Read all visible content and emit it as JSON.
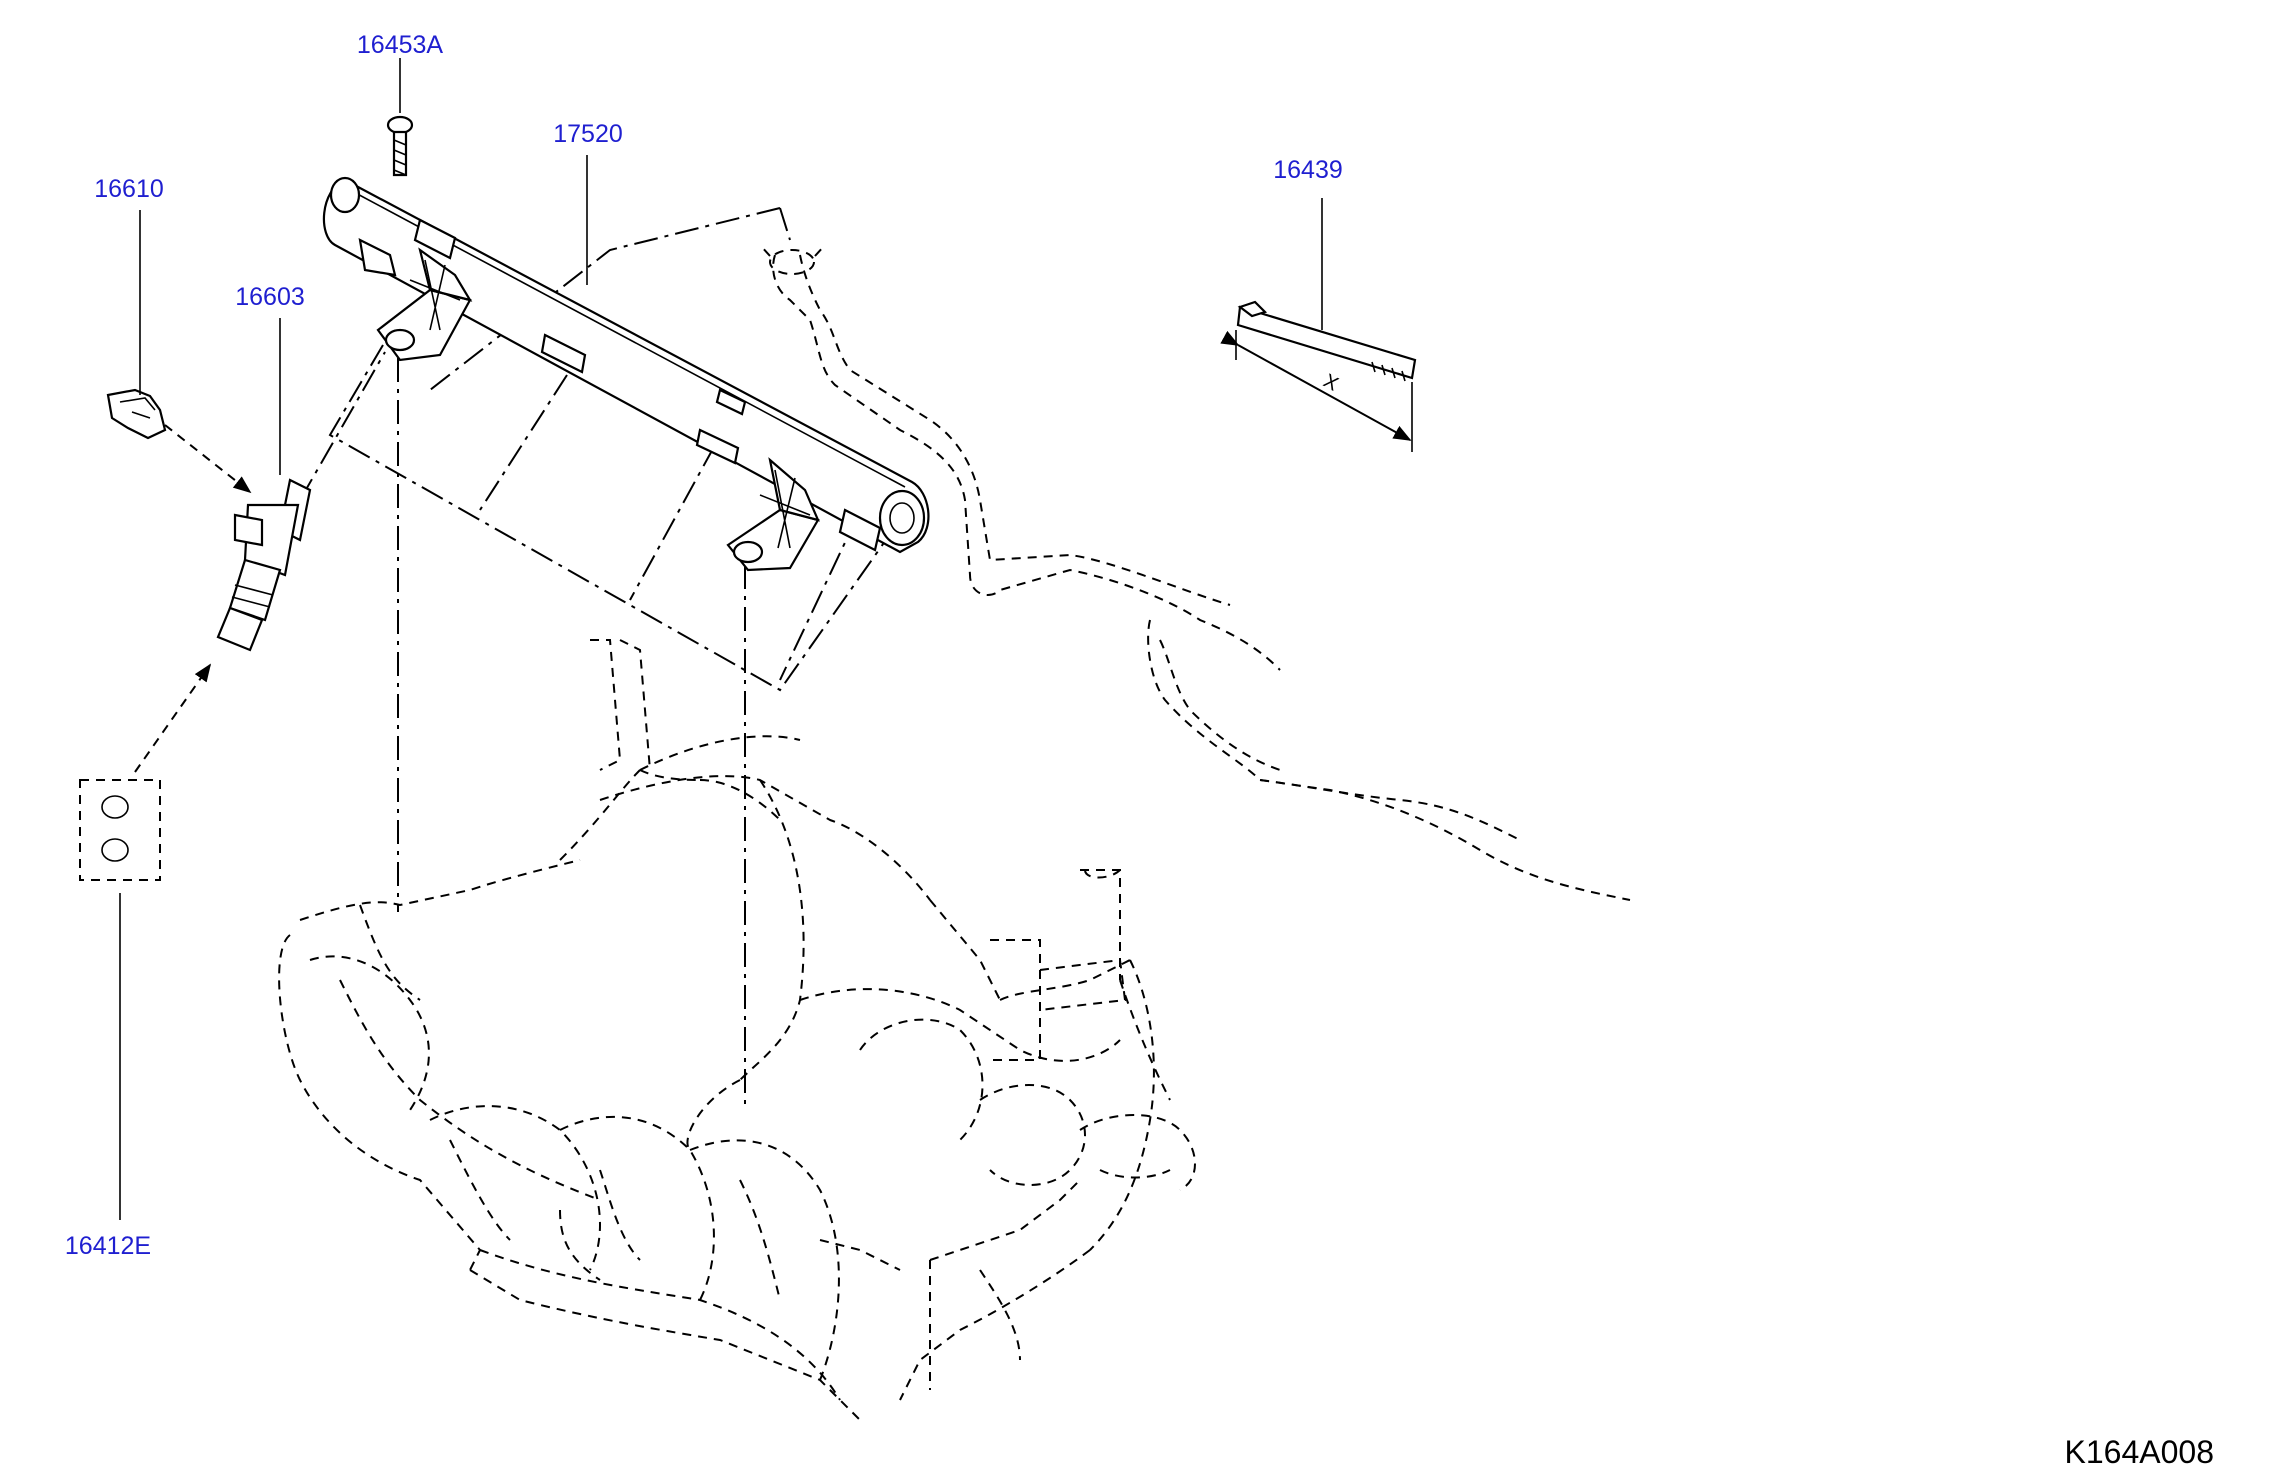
{
  "callouts": {
    "c16453A": "16453A",
    "c17520": "17520",
    "c16610": "16610",
    "c16603": "16603",
    "c16439": "16439",
    "c16412E": "16412E"
  },
  "dimension_label": "X",
  "diagram_id": "K164A008",
  "colors": {
    "callout": "#1f1fd0",
    "line": "#000000",
    "background": "#ffffff"
  }
}
